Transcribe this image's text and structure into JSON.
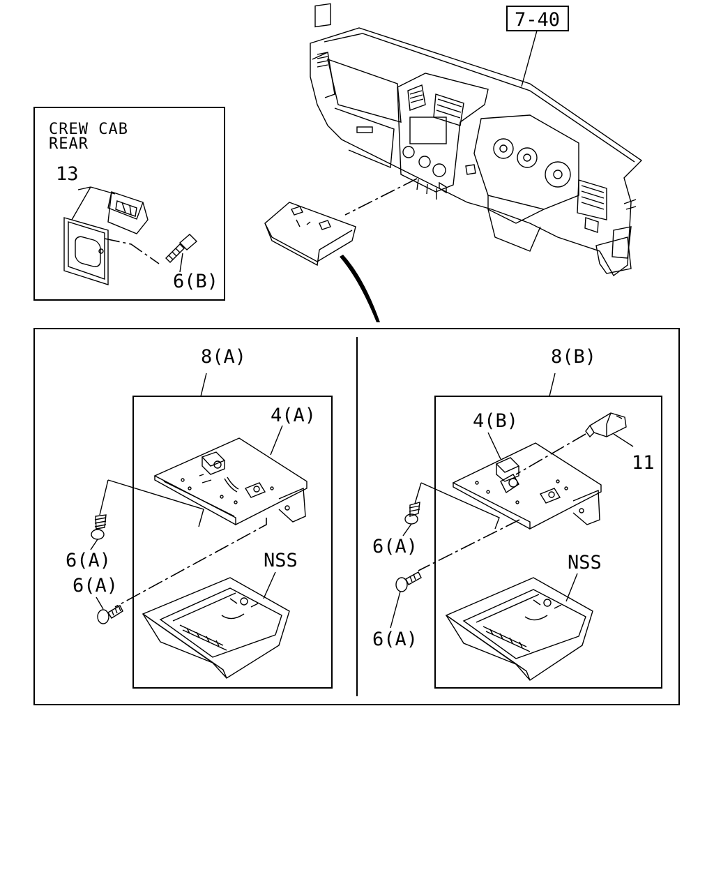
{
  "ref_box": "7-40",
  "inset": {
    "line1": "CREW CAB",
    "line2": "REAR",
    "part13": "13",
    "part6b": "6(B)"
  },
  "left_panel": {
    "group": "8(A)",
    "part4": "4(A)",
    "screw1": "6(A)",
    "screw2": "6(A)",
    "nss": "NSS"
  },
  "right_panel": {
    "group": "8(B)",
    "part4": "4(B)",
    "part11": "11",
    "screw1": "6(A)",
    "screw2": "6(A)",
    "nss": "NSS"
  }
}
